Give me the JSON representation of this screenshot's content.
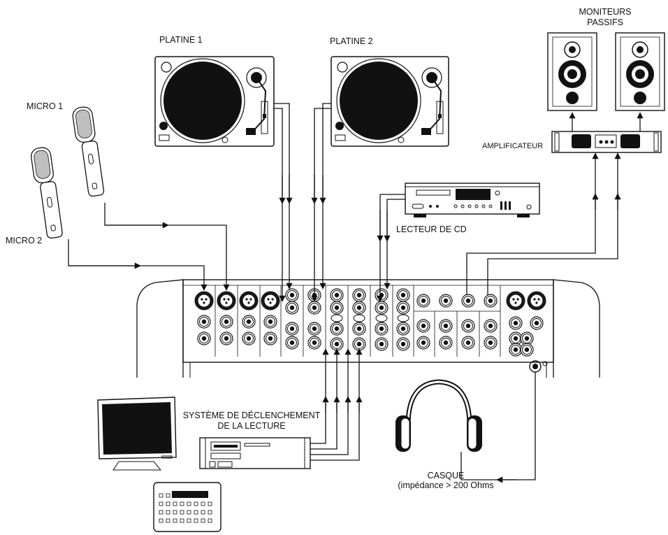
{
  "labels": {
    "turntable_1": "PLATINE 1",
    "turntable_2": "PLATINE 2",
    "mic_1": "MICRO 1",
    "mic_2": "MICRO 2",
    "monitors_line1": "MONITEURS",
    "monitors_line2": "PASSIFS",
    "amplifier": "AMPLIFICATEUR",
    "cd_player": "LECTEUR DE CD",
    "playback_line1": "SYSTÈME DE DÉCLENCHEMENT",
    "playback_line2": "DE LA LECTURE",
    "headphones_line1": "CASQUE",
    "headphones_line2": "(impédance > 200 Ohms"
  },
  "colors": {
    "ink": "#111111",
    "background": "#ffffff",
    "dark_fill": "#1a1a1a",
    "mid_gray": "#bfbfbf"
  }
}
